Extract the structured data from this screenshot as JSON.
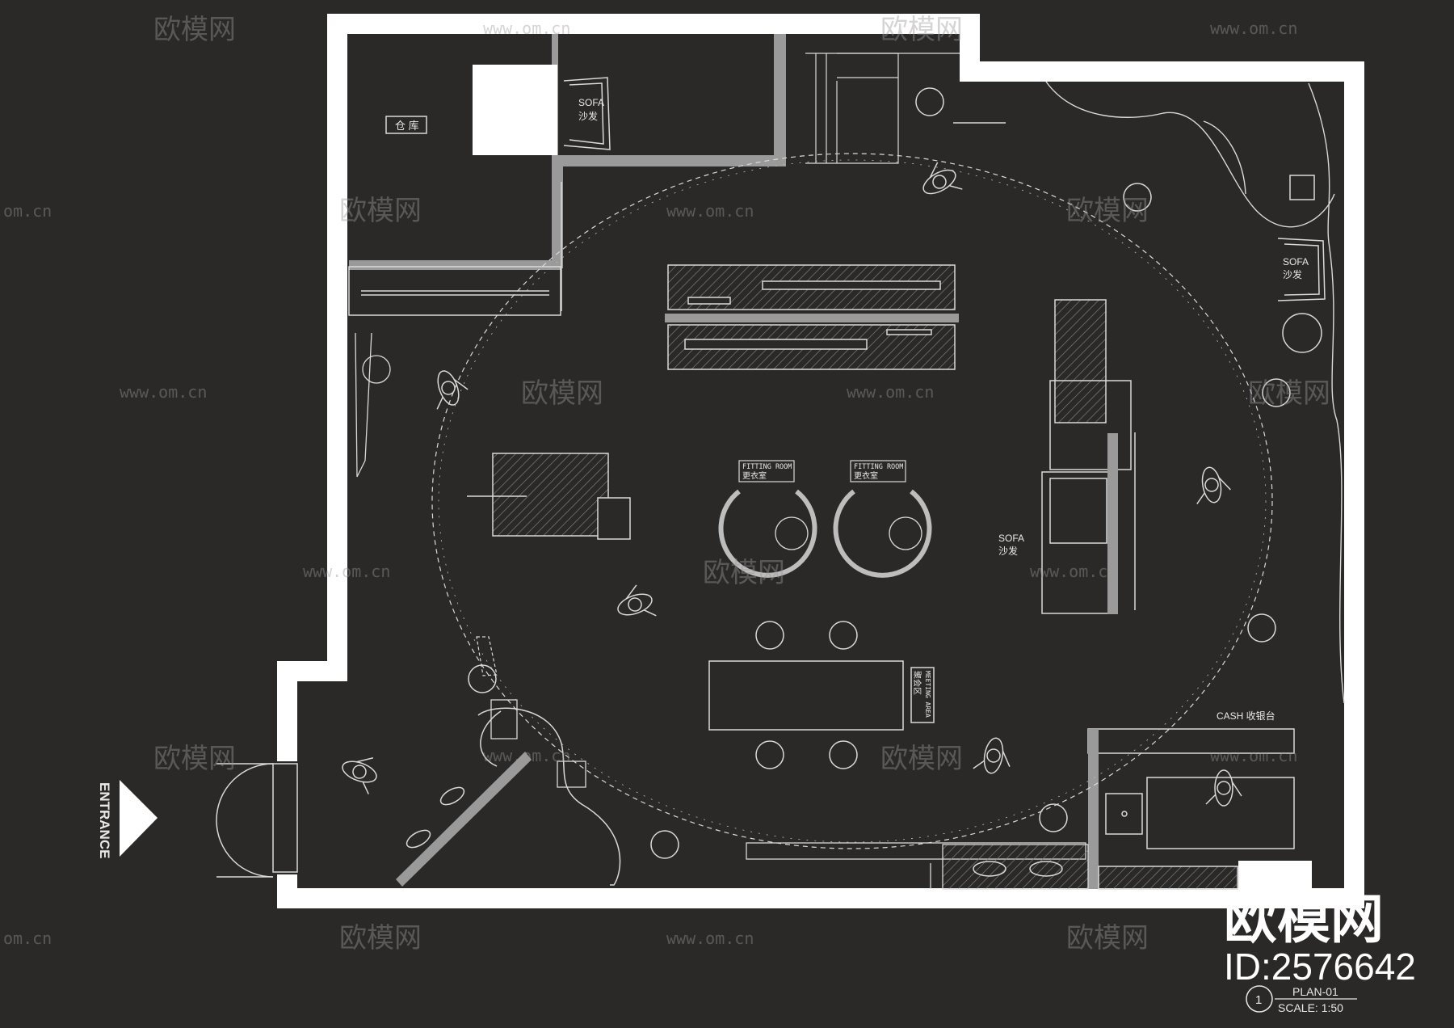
{
  "plan": {
    "colors": {
      "background": "#2b2828",
      "wall": "#ffffff",
      "line": "#d9d9d9",
      "hatch": "#8a8a8a",
      "column": "#9a9a9a"
    },
    "labels": {
      "storage": "仓 库",
      "sofa_top_en": "SOFA",
      "sofa_top_cn": "沙发",
      "sofa_right_en": "SOFA",
      "sofa_right_cn": "沙发",
      "sofa_center_en": "SOFA",
      "sofa_center_cn": "沙发",
      "fitting_room_1_en": "FITTING ROOM",
      "fitting_room_1_cn": "更衣室",
      "fitting_room_2_en": "FITTING ROOM",
      "fitting_room_2_cn": "更衣室",
      "meeting_en": "MEETING AREA",
      "meeting_cn": "聚会区",
      "cash": "CASH 收银台",
      "entrance": "ENTRANCE"
    },
    "title_block": {
      "number": "1",
      "plan_name": "PLAN-01",
      "scale": "SCALE: 1:50"
    }
  },
  "watermark": {
    "brand": "欧模网",
    "url": "www.om.cn",
    "url_partial": "om.cn",
    "id": "ID:2576642"
  }
}
